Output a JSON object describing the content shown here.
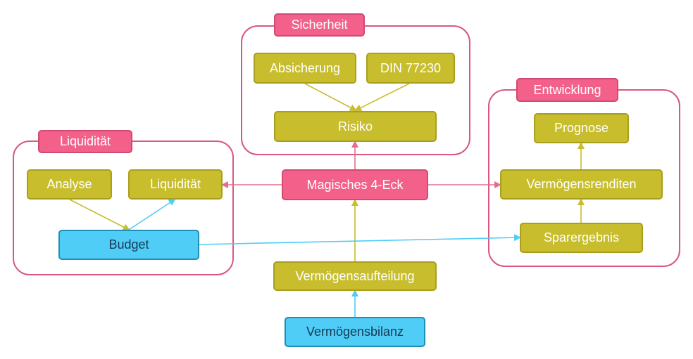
{
  "colors": {
    "group_border": "#d9587f",
    "label_fill": "#f3618a",
    "node_olive": "#c8bd2c",
    "node_blue": "#4fcdf6",
    "node_pink": "#f3618a",
    "arrow_olive": "#c8bd2c",
    "arrow_blue": "#4fcdf6",
    "arrow_pink": "#e66e8f"
  },
  "groups": {
    "sicherheit": "Sicherheit",
    "entwicklung": "Entwicklung",
    "liquiditaet": "Liquidität"
  },
  "nodes": {
    "absicherung": "Absicherung",
    "din": "DIN 77230",
    "risiko": "Risiko",
    "prognose": "Prognose",
    "vermoegensrenditen": "Vermögensrenditen",
    "sparergebnis": "Sparergebnis",
    "analyse": "Analyse",
    "liquiditaet": "Liquidität",
    "budget": "Budget",
    "magisches": "Magisches 4-Eck",
    "vermoegensaufteilung": "Vermögensaufteilung",
    "vermoegensbilanz": "Vermögensbilanz"
  },
  "edges": [
    {
      "from": "absicherung",
      "to": "risiko",
      "color": "olive"
    },
    {
      "from": "din",
      "to": "risiko",
      "color": "olive"
    },
    {
      "from": "magisches",
      "to": "risiko",
      "color": "pink"
    },
    {
      "from": "magisches",
      "to": "liquiditaet",
      "color": "pink"
    },
    {
      "from": "magisches",
      "to": "vermoegensrenditen",
      "color": "pink"
    },
    {
      "from": "vermoegensaufteilung",
      "to": "magisches",
      "color": "olive"
    },
    {
      "from": "vermoegensbilanz",
      "to": "vermoegensaufteilung",
      "color": "blue"
    },
    {
      "from": "analyse",
      "to": "budget",
      "color": "olive"
    },
    {
      "from": "budget",
      "to": "liquiditaet",
      "color": "blue"
    },
    {
      "from": "budget",
      "to": "sparergebnis",
      "color": "blue"
    },
    {
      "from": "sparergebnis",
      "to": "vermoegensrenditen",
      "color": "olive"
    },
    {
      "from": "vermoegensrenditen",
      "to": "prognose",
      "color": "olive"
    }
  ]
}
